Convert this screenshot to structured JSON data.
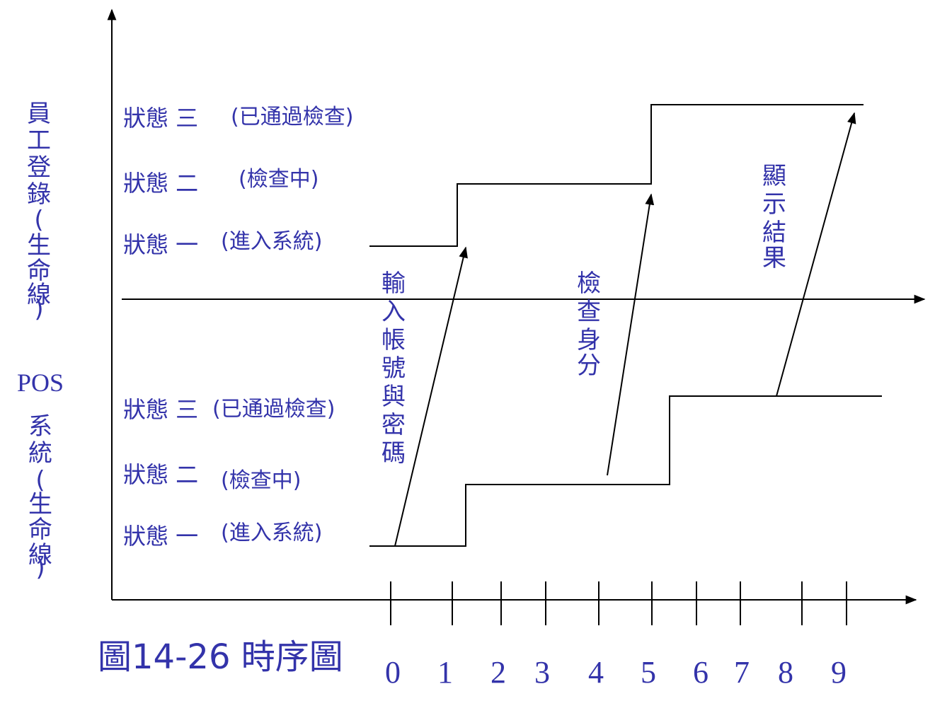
{
  "figure": {
    "caption": "圖14-26 時序圖"
  },
  "lifelines": {
    "employee": {
      "label_lines": [
        "員",
        "工",
        "登",
        "錄",
        "(",
        "生",
        "命",
        "線",
        ")"
      ]
    },
    "pos": {
      "label_top": "POS",
      "label_lines": [
        "系",
        "統",
        "(",
        "生",
        "命",
        "線",
        ")"
      ]
    }
  },
  "states": {
    "employee": [
      {
        "name": "狀態 三",
        "desc": "(已通過檢查)"
      },
      {
        "name": "狀態 二",
        "desc": "(檢查中)"
      },
      {
        "name": "狀態 一",
        "desc": "(進入系統)"
      }
    ],
    "pos": [
      {
        "name": "狀態 三",
        "desc": "(已通過檢查)"
      },
      {
        "name": "狀態 二",
        "desc": "(檢查中)"
      },
      {
        "name": "狀態 一",
        "desc": "(進入系統)"
      }
    ]
  },
  "messages": {
    "input": [
      "輸",
      "入",
      "帳",
      "號",
      "與",
      "密",
      "碼"
    ],
    "check": [
      "檢",
      "查",
      "身",
      "分"
    ],
    "result": [
      "顯",
      "示",
      "結",
      "果"
    ]
  },
  "time_axis": {
    "ticks": [
      "0",
      "1",
      "2",
      "3",
      "4",
      "5",
      "6",
      "7",
      "8",
      "9"
    ]
  },
  "colors": {
    "label": "#3333aa",
    "line": "#000000"
  }
}
